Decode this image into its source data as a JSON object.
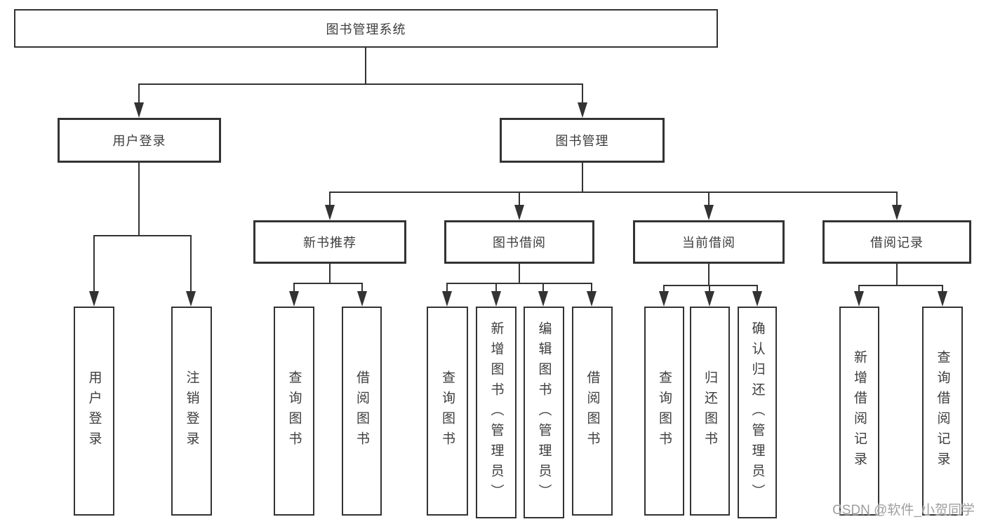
{
  "diagram": {
    "type": "tree",
    "line_color": "#333333",
    "text_color": "#3d3d3d",
    "background_color": "#ffffff",
    "tree": {
      "label": "图书管理系统",
      "children": [
        {
          "label": "用户登录",
          "children": [
            {
              "label": "用户登录"
            },
            {
              "label": "注销登录"
            }
          ]
        },
        {
          "label": "图书管理",
          "children": [
            {
              "label": "新书推荐",
              "children": [
                {
                  "label": "查询图书"
                },
                {
                  "label": "借阅图书"
                }
              ]
            },
            {
              "label": "图书借阅",
              "children": [
                {
                  "label": "查询图书"
                },
                {
                  "label": "新增图书（管理员）"
                },
                {
                  "label": "编辑图书（管理员）"
                },
                {
                  "label": "借阅图书"
                }
              ]
            },
            {
              "label": "当前借阅",
              "children": [
                {
                  "label": "查询图书"
                },
                {
                  "label": "归还图书"
                },
                {
                  "label": "确认归还（管理员）"
                }
              ]
            },
            {
              "label": "借阅记录",
              "children": [
                {
                  "label": "新增借阅记录"
                },
                {
                  "label": "查询借阅记录"
                }
              ]
            }
          ]
        }
      ]
    },
    "watermark": {
      "text": "CSDN @软件_小贺同学",
      "color": "#9e9e9e"
    }
  }
}
